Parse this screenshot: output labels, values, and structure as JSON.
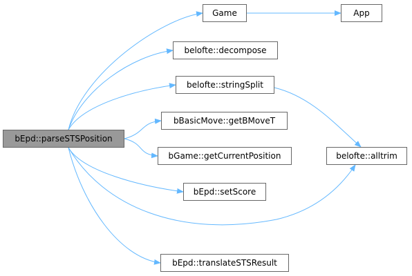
{
  "diagram": {
    "type": "call-graph",
    "edge_color": "#63b8ff",
    "node_border_color": "#666666",
    "root_fill_color": "#999999",
    "nodes": {
      "root": "bEpd::parseSTSPosition",
      "game": "Game",
      "app": "App",
      "decompose": "belofte::decompose",
      "stringSplit": "belofte::stringSplit",
      "getBMoveT": "bBasicMove::getBMoveT",
      "getCurrentPosition": "bGame::getCurrentPosition",
      "alltrim": "belofte::alltrim",
      "setScore": "bEpd::setScore",
      "translateSTSResult": "bEpd::translateSTSResult"
    },
    "edges": [
      {
        "from": "root",
        "to": "game"
      },
      {
        "from": "game",
        "to": "app"
      },
      {
        "from": "root",
        "to": "decompose"
      },
      {
        "from": "root",
        "to": "stringSplit"
      },
      {
        "from": "stringSplit",
        "to": "alltrim"
      },
      {
        "from": "root",
        "to": "getBMoveT"
      },
      {
        "from": "root",
        "to": "getCurrentPosition"
      },
      {
        "from": "root",
        "to": "setScore"
      },
      {
        "from": "root",
        "to": "alltrim"
      },
      {
        "from": "root",
        "to": "translateSTSResult"
      }
    ]
  }
}
